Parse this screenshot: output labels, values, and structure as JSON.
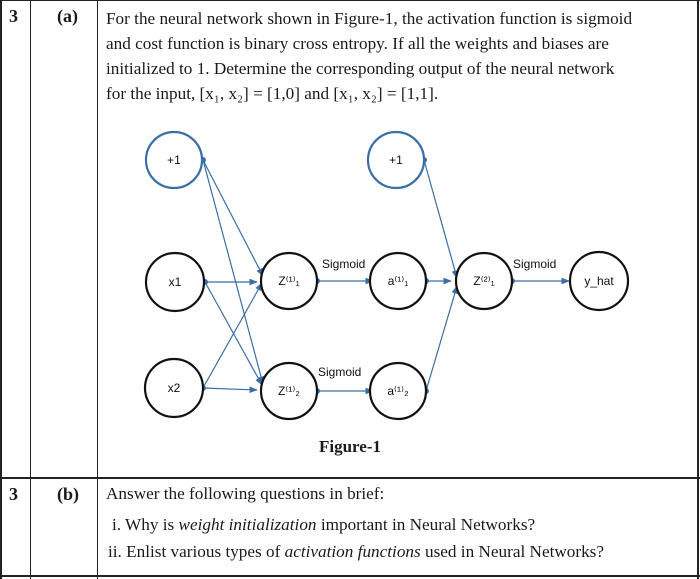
{
  "question_a": {
    "number": "3",
    "part": "(a)",
    "lines": [
      "For the neural network shown in Figure-1, the activation function is sigmoid",
      "and cost function is binary cross entropy. If all the weights and biases are",
      "initialized to 1. Determine the corresponding output of the neural network",
      "for the input, [x₁, x₂] = [1,0] and [x₁, x₂] = [1,1]."
    ]
  },
  "figure": {
    "caption": "Figure-1",
    "nodes": {
      "bias1": "+1",
      "x1": "x1",
      "x2": "x2",
      "z11": "Z⁽¹⁾₁",
      "z12": "Z⁽¹⁾₂",
      "bias2": "+1",
      "a11": "a⁽¹⁾₁",
      "a12": "a⁽¹⁾₂",
      "z21": "Z⁽²⁾₁",
      "yhat": "y_hat"
    },
    "edge_labels": {
      "sig1": "Sigmoid",
      "sig2": "Sigmoid",
      "sig3": "Sigmoid"
    },
    "colors": {
      "edge": "#3b6ea5",
      "bias_ring": "#3b6ea5",
      "node_ring": "#111111"
    }
  },
  "question_b": {
    "number": "3",
    "part": "(b)",
    "heading": "Answer the following questions in brief:",
    "item1_prefix": "i.  Why is ",
    "item1_italic": "weight initialization",
    "item1_suffix": " important in Neural Networks?",
    "item2_prefix": "ii.  Enlist various types of ",
    "item2_italic": "activation functions",
    "item2_suffix": " used in Neural Networks?"
  }
}
